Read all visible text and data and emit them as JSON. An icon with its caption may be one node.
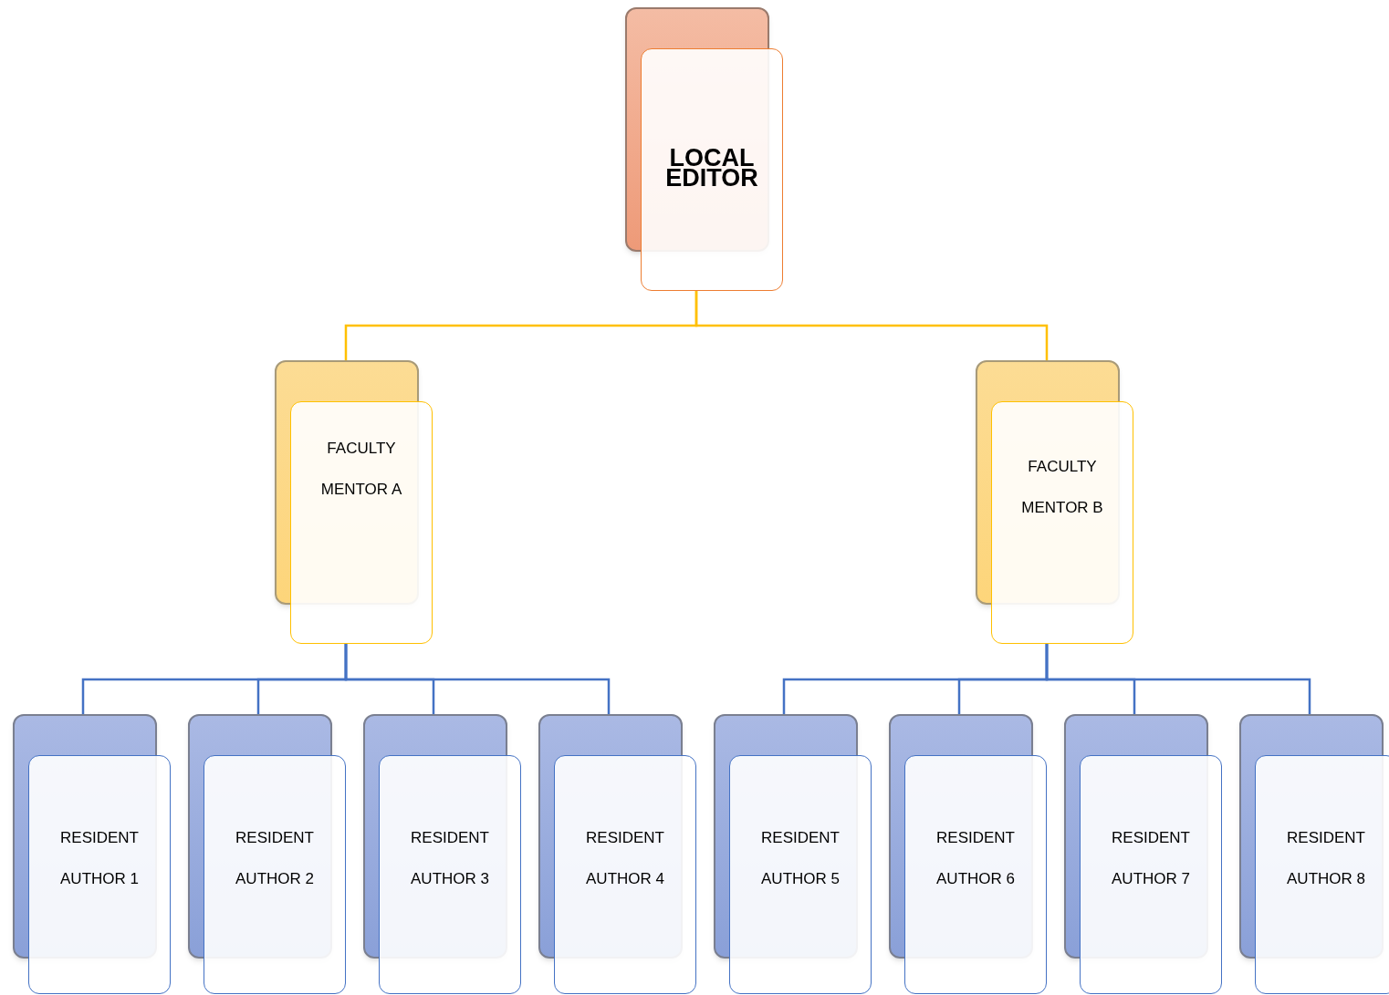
{
  "diagram": {
    "nodes": [
      {
        "text": [
          "LOCAL EDITOR"
        ]
      },
      {
        "text": [
          "FACULTY",
          "MENTOR A"
        ]
      },
      {
        "text": [
          "FACULTY",
          "MENTOR B"
        ]
      },
      {
        "text": [
          "RESIDENT",
          "AUTHOR 1"
        ]
      },
      {
        "text": [
          "RESIDENT",
          "AUTHOR 2"
        ]
      },
      {
        "text": [
          "RESIDENT",
          "AUTHOR 3"
        ]
      },
      {
        "text": [
          "RESIDENT",
          "AUTHOR 4"
        ]
      },
      {
        "text": [
          "RESIDENT",
          "AUTHOR 5"
        ]
      },
      {
        "text": [
          "RESIDENT",
          "AUTHOR 6"
        ]
      },
      {
        "text": [
          "RESIDENT",
          "AUTHOR 7"
        ]
      },
      {
        "text": [
          "RESIDENT",
          "AUTHOR 8"
        ]
      }
    ],
    "edges": [
      {
        "from": 0,
        "to": 1,
        "arrow": "none",
        "color": "#ffc000"
      },
      {
        "from": 0,
        "to": 2,
        "arrow": "none",
        "color": "#ffc000"
      },
      {
        "from": 1,
        "to": 3,
        "arrow": "none"
      },
      {
        "from": 1,
        "to": 4,
        "arrow": "none"
      },
      {
        "from": 1,
        "to": 5,
        "arrow": "none"
      },
      {
        "from": 1,
        "to": 6,
        "arrow": "none"
      },
      {
        "from": 2,
        "to": 7,
        "arrow": "none"
      },
      {
        "from": 2,
        "to": 8,
        "arrow": "none"
      },
      {
        "from": 2,
        "to": 9,
        "arrow": "none"
      },
      {
        "from": 2,
        "to": 10,
        "arrow": "none"
      }
    ]
  }
}
